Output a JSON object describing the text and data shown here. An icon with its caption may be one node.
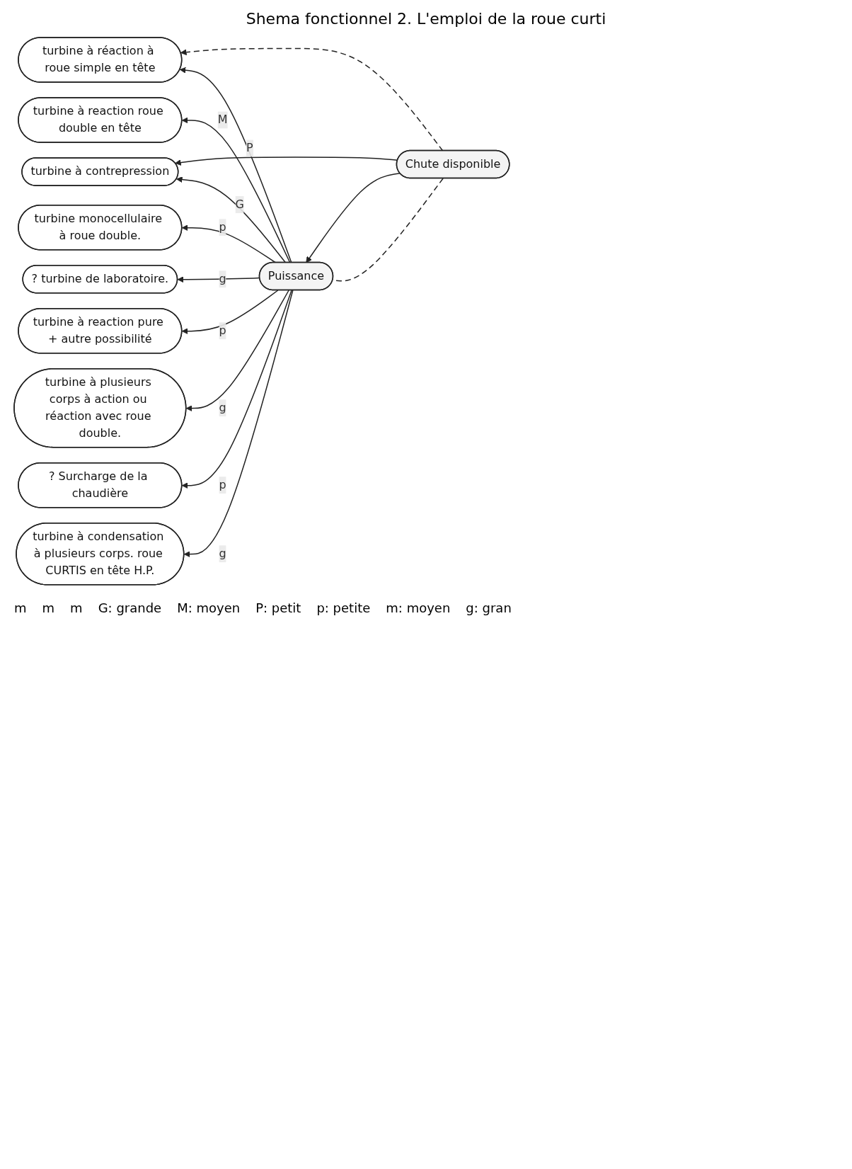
{
  "diagram": {
    "title": "Shema fonctionnel 2. L'emploi de la roue curti",
    "nodes": [
      {
        "text": [
          "Chute disponible"
        ]
      },
      {
        "text": [
          "Puissance"
        ]
      },
      {
        "text": [
          "turbine monocellulaire à roue double."
        ]
      },
      {
        "text": [
          "turbine à réaction à roue simple en tête"
        ]
      },
      {
        "text": [
          "? turbine de laboratoire."
        ]
      },
      {
        "text": [
          "turbine à reaction pure + autre possibilité"
        ]
      },
      {
        "text": [
          "turbine à reaction roue double en tête"
        ]
      },
      {
        "text": [
          "turbine à plusieurs corps à action ou réaction avec roue double."
        ]
      },
      {
        "text": [
          "? Surcharge de la chaudière"
        ]
      },
      {
        "text": [
          "turbine à contrepression"
        ]
      },
      {
        "text": [
          "turbine à condensation à plusieurs corps. roue CURTIS en tête H.P."
        ]
      }
    ],
    "edges": [
      {
        "from": 0,
        "to": 1,
        "arrow": "to"
      },
      {
        "from": 0,
        "to": 1,
        "arrow": "none",
        "style": "dashed"
      },
      {
        "from": 0,
        "to": 3,
        "arrow": "to",
        "style": "dashed"
      },
      {
        "from": 0,
        "to": 9,
        "arrow": "to"
      },
      {
        "from": 1,
        "to": 3,
        "label": "P",
        "arrow": "to"
      },
      {
        "from": 1,
        "to": 6,
        "label": "M",
        "arrow": "to"
      },
      {
        "from": 1,
        "to": 9,
        "label": "G",
        "arrow": "to"
      },
      {
        "from": 1,
        "to": 2,
        "label": "p",
        "arrow": "to"
      },
      {
        "from": 1,
        "to": 4,
        "label": "g",
        "arrow": "to"
      },
      {
        "from": 1,
        "to": 5,
        "label": "p",
        "arrow": "to"
      },
      {
        "from": 1,
        "to": 7,
        "label": "g",
        "arrow": "to"
      },
      {
        "from": 1,
        "to": 8,
        "label": "p",
        "arrow": "to"
      },
      {
        "from": 1,
        "to": 10,
        "label": "g",
        "arrow": "to"
      }
    ],
    "labels": [
      "m",
      "m",
      "m",
      "G: grande",
      "M: moyen",
      "P: petit",
      "p: petite",
      "m: moyen",
      "g: gran"
    ]
  }
}
